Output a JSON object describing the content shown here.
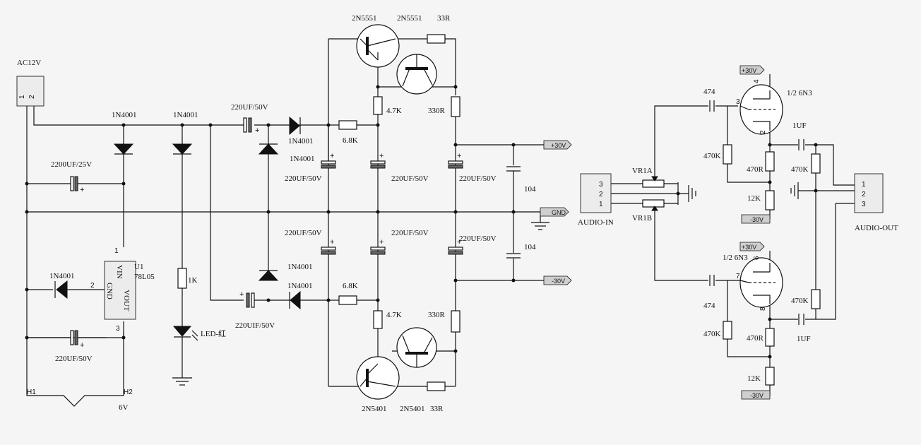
{
  "power_input": {
    "label": "AC12V",
    "pins": [
      "1",
      "2"
    ]
  },
  "diodes": {
    "d1": "1N4001",
    "d2": "1N4001",
    "d3": "1N4001",
    "d4": "1N4001",
    "d5": "1N4001",
    "d6": "1N4001",
    "d7": "1N4001"
  },
  "caps": {
    "c_main": "2200UF/25V",
    "c_reg": "220UF/50V",
    "c_in_pos": "220UF/50V",
    "c_in_neg": "220UIF/50V",
    "c_pos1": "220UF/50V",
    "c_pos2": "220UF/50V",
    "c_pos3": "220UF/50V",
    "c_neg1": "220UF/50V",
    "c_neg2": "220UF/50V",
    "c_neg3": "220UF/50V",
    "c104a": "104",
    "c104b": "104"
  },
  "regulator": {
    "name": "U1",
    "part": "78L05",
    "vin": "VIN",
    "gnd": "GND",
    "vout": "VOUT",
    "pin1": "1",
    "pin2": "2",
    "pin3": "3"
  },
  "led": {
    "resistor": "1K",
    "label": "LED-红"
  },
  "heater": {
    "h1": "H1",
    "h2": "H2",
    "voltage": "6V"
  },
  "regulator_section": {
    "q1": "2N5551",
    "q2": "2N5551",
    "q3": "2N5401",
    "q4": "2N5401",
    "r_top": "33R",
    "r_bot": "33R",
    "r47a": "4.7K",
    "r47b": "4.7K",
    "r330a": "330R",
    "r330b": "330R",
    "r68a": "6.8K",
    "r68b": "6.8K"
  },
  "rails": {
    "pos": "+30V",
    "gnd": "GND",
    "neg": "-30V"
  },
  "audio_in": {
    "label": "AUDIO-IN",
    "pins": [
      "3",
      "2",
      "1"
    ],
    "vr1a": "VR1A",
    "vr1b": "VR1B"
  },
  "tube_top": {
    "name": "1/2 6N3",
    "cap": "474",
    "grid_r": "470K",
    "cath_r": "470R",
    "out_r": "470K",
    "out_cap": "1UF",
    "tail_r": "12K",
    "plus": "+30V",
    "minus": "-30V",
    "pin_g": "3",
    "pin_a": "4",
    "pin_k": "2"
  },
  "tube_bot": {
    "name": "1/2 6N3",
    "cap": "474",
    "grid_r": "470K",
    "cath_r": "470R",
    "out_r": "470K",
    "out_cap": "1UF",
    "tail_r": "12K",
    "plus": "+30V",
    "minus": "-30V",
    "pin_g": "7",
    "pin_a": "6",
    "pin_k": "8"
  },
  "audio_out": {
    "label": "AUDIO-OUT",
    "pins": [
      "1",
      "2",
      "3"
    ]
  }
}
